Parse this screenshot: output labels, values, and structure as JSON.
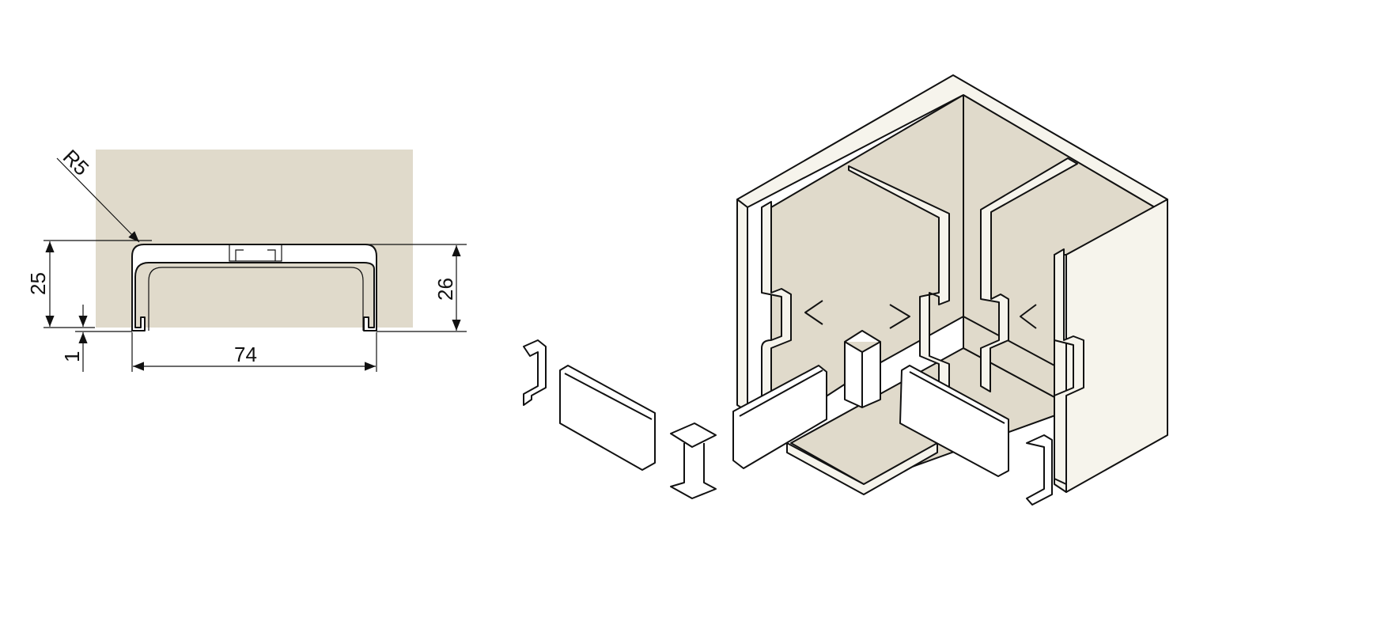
{
  "colors": {
    "wall_fill": "#e0dacb",
    "line": "#111111",
    "board": "#f6f4ec"
  },
  "profile_section": {
    "radius_label": "R5",
    "height_outer_label": "25",
    "gap_label": "1",
    "height_right_label": "26",
    "width_label": "74"
  },
  "isometric_view": {
    "arrow_marks": [
      "<",
      ">",
      "<"
    ]
  }
}
